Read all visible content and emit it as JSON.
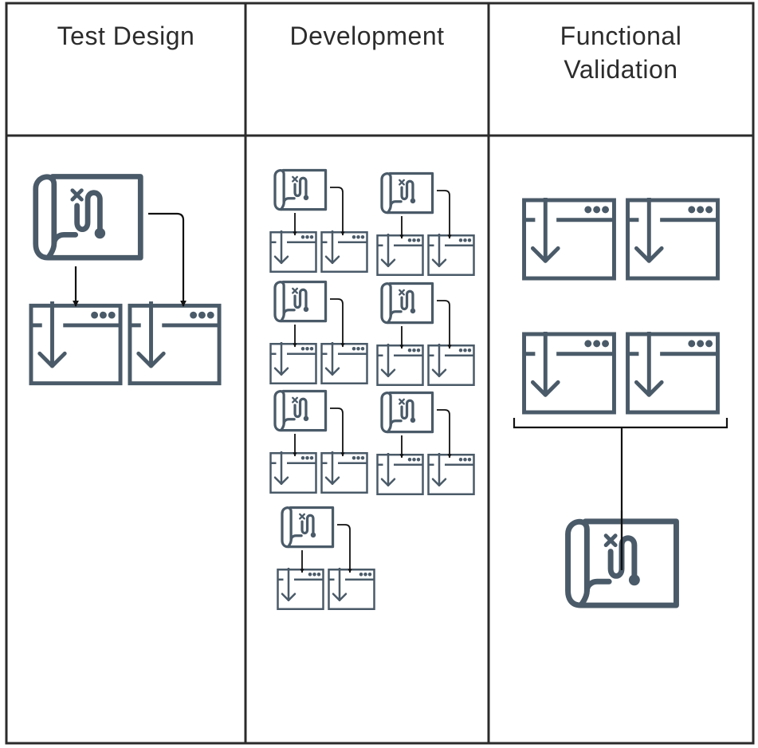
{
  "columns": [
    {
      "id": "test-design",
      "title": "Test Design"
    },
    {
      "id": "development",
      "title": "Development"
    },
    {
      "id": "functional-validation",
      "title": "Functional\nValidation"
    }
  ],
  "colors": {
    "icon": "#4a5a68",
    "border": "#2b2b2b",
    "text": "#2c2c2c"
  },
  "icons": {
    "test_plan": "scroll-map-icon",
    "test_case": "window-download-icon"
  }
}
